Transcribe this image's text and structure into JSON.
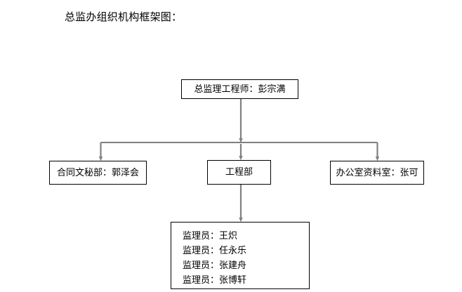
{
  "document": {
    "title": "总监办组织机构框架图："
  },
  "chart_data": {
    "type": "diagram",
    "diagram_kind": "organization-chart",
    "title": "总监办组织机构框架图：",
    "orientation": "top-down",
    "nodes": [
      {
        "id": "chief-supervising-engineer",
        "label": "总监理工程师：彭宗满",
        "role": "总监理工程师",
        "person": "彭宗满",
        "level": 1
      },
      {
        "id": "contract-secretarial-dept",
        "label": "合同文秘部：郭泽会",
        "role": "合同文秘部",
        "person": "郭泽会",
        "level": 2
      },
      {
        "id": "engineering-dept",
        "label": "工程部",
        "role": "工程部",
        "person": "",
        "level": 2
      },
      {
        "id": "office-archives-room",
        "label": "办公室资料室：张可",
        "role": "办公室资料室",
        "person": "张可",
        "level": 2
      },
      {
        "id": "inspectors-group",
        "label": "监理员",
        "level": 3,
        "members": [
          "监理员：王炽",
          "监理员：任永乐",
          "监理员：张建舟",
          "监理员：张博轩"
        ]
      }
    ],
    "edges": [
      {
        "from": "chief-supervising-engineer",
        "to": "contract-secretarial-dept",
        "style": "arrow"
      },
      {
        "from": "chief-supervising-engineer",
        "to": "engineering-dept",
        "style": "arrow"
      },
      {
        "from": "chief-supervising-engineer",
        "to": "office-archives-room",
        "style": "arrow"
      },
      {
        "from": "engineering-dept",
        "to": "inspectors-group",
        "style": "arrow"
      }
    ],
    "colors": {
      "background": "#ffffff",
      "box_border": "#000000",
      "text": "#000000",
      "connector": "#808080"
    }
  },
  "nodes": {
    "director": {
      "label": "总监理工程师：彭宗满"
    },
    "contract": {
      "label": "合同文秘部：郭泽会"
    },
    "engineering": {
      "label": "工程部"
    },
    "office": {
      "label": "办公室资料室：张可"
    },
    "inspectors": {
      "members": [
        "监理员：王炽",
        "监理员：任永乐",
        "监理员：张建舟",
        "监理员：张博轩"
      ]
    }
  }
}
